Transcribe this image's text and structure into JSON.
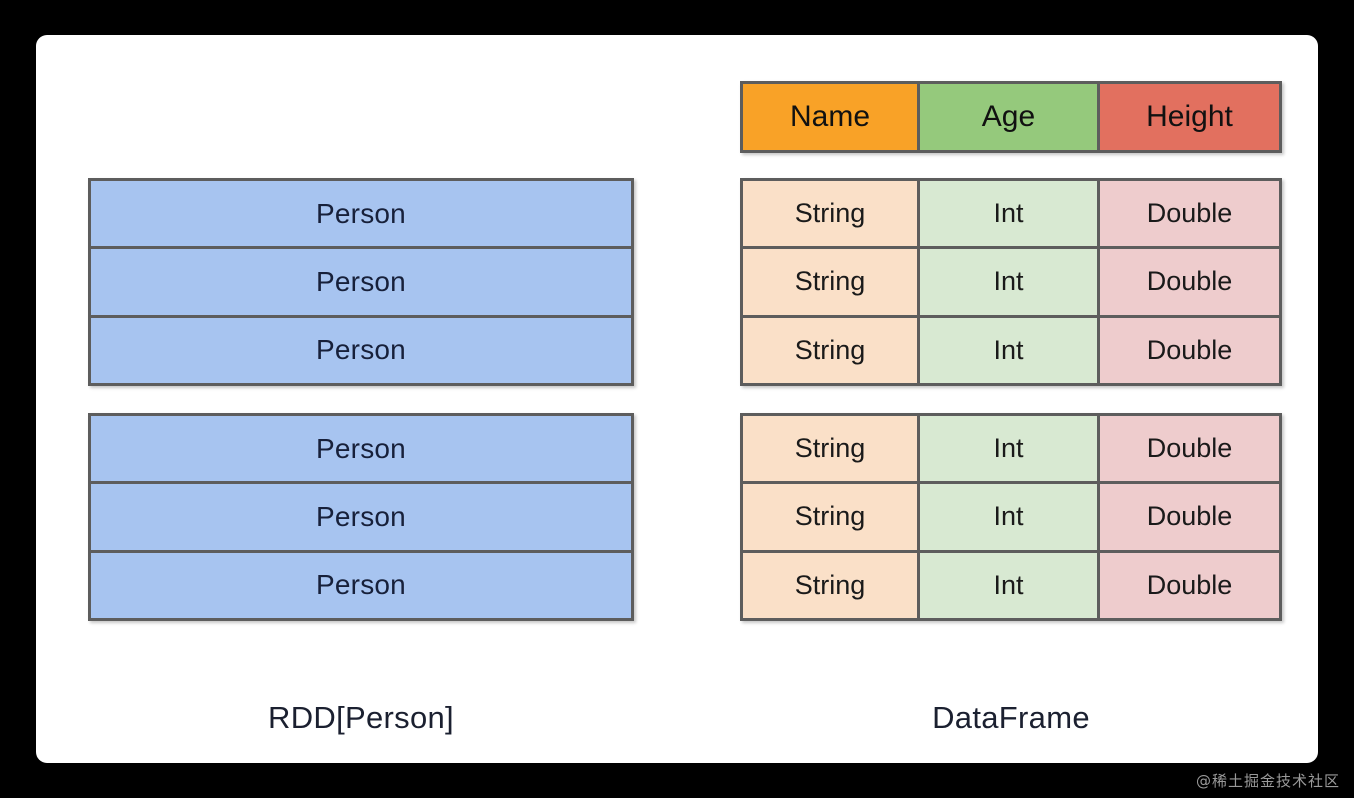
{
  "canvas": {
    "background_color": "#000000",
    "card_color": "#ffffff"
  },
  "palette": {
    "border": "#5d5d5d",
    "rdd_fill": "#a7c4f0",
    "header_name": "#f9a227",
    "header_age": "#95c97c",
    "header_height": "#e2705f",
    "cell_string": "#fae0c8",
    "cell_int": "#d8e9d2",
    "cell_double": "#eecccd"
  },
  "rdd": {
    "caption": "RDD[Person]",
    "groups": [
      {
        "rows": [
          "Person",
          "Person",
          "Person"
        ]
      },
      {
        "rows": [
          "Person",
          "Person",
          "Person"
        ]
      }
    ]
  },
  "dataframe": {
    "caption": "DataFrame",
    "columns": [
      {
        "label": "Name",
        "color": "#f9a227",
        "cell_color": "#fae0c8",
        "type": "String"
      },
      {
        "label": "Age",
        "color": "#95c97c",
        "cell_color": "#d8e9d2",
        "type": "Int"
      },
      {
        "label": "Height",
        "color": "#e2705f",
        "cell_color": "#eecccd",
        "type": "Double"
      }
    ],
    "groups": [
      {
        "rows": [
          [
            "String",
            "Int",
            "Double"
          ],
          [
            "String",
            "Int",
            "Double"
          ],
          [
            "String",
            "Int",
            "Double"
          ]
        ]
      },
      {
        "rows": [
          [
            "String",
            "Int",
            "Double"
          ],
          [
            "String",
            "Int",
            "Double"
          ],
          [
            "String",
            "Int",
            "Double"
          ]
        ]
      }
    ]
  },
  "watermark": {
    "text": "@稀土掘金技术社区"
  }
}
